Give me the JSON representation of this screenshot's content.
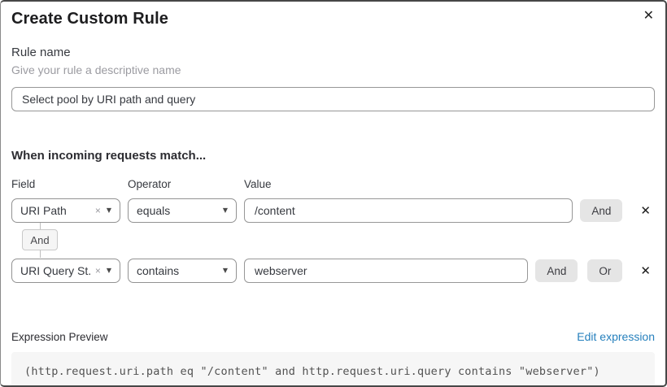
{
  "dialog": {
    "title": "Create Custom Rule",
    "close_icon": "✕"
  },
  "rule_name": {
    "label": "Rule name",
    "helper": "Give your rule a descriptive name",
    "value": "Select pool by URI path and query"
  },
  "match": {
    "heading": "When incoming requests match...",
    "columns": {
      "field": "Field",
      "operator": "Operator",
      "value": "Value"
    },
    "rows": [
      {
        "field": "URI Path",
        "field_clear_icon": "×",
        "operator": "equals",
        "value": "/content",
        "and_label": "And"
      },
      {
        "field": "URI Query St...",
        "field_clear_icon": "×",
        "operator": "contains",
        "value": "webserver",
        "and_label": "And",
        "or_label": "Or"
      }
    ],
    "connector_label": "And",
    "caret_icon": "▼",
    "remove_icon": "✕"
  },
  "expression": {
    "label": "Expression Preview",
    "edit_link": "Edit expression",
    "code": "(http.request.uri.path eq \"/content\" and http.request.uri.query contains \"webserver\")"
  },
  "colors": {
    "link_blue": "#2680bd",
    "button_gray": "#e5e5e5",
    "code_background": "#f6f6f6",
    "border_gray": "#929292"
  }
}
